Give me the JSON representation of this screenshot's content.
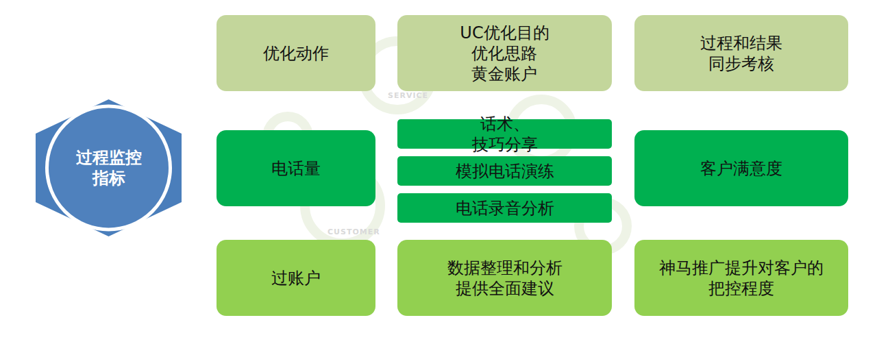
{
  "diagram": {
    "nodes": [
      {
        "text": [
          "过程监控 指标"
        ]
      },
      {
        "text": [
          "优化动作"
        ]
      },
      {
        "text": [
          "UC优化目的 优化思路 黄金账户"
        ]
      },
      {
        "text": [
          "过程和结果 同步考核"
        ]
      },
      {
        "text": [
          "电话量"
        ]
      },
      {
        "text": [
          "话术、技巧分享"
        ]
      },
      {
        "text": [
          "模拟电话演练"
        ]
      },
      {
        "text": [
          "电话录音分析"
        ]
      },
      {
        "text": [
          "客户满意度"
        ]
      },
      {
        "text": [
          "过账户"
        ]
      },
      {
        "text": [
          "数据整理和分析 提供全面建议"
        ]
      },
      {
        "text": [
          "神马推广提升对客户的 把控程度"
        ]
      }
    ],
    "labels": [
      "SERVICE",
      "CUSTOMER"
    ]
  }
}
